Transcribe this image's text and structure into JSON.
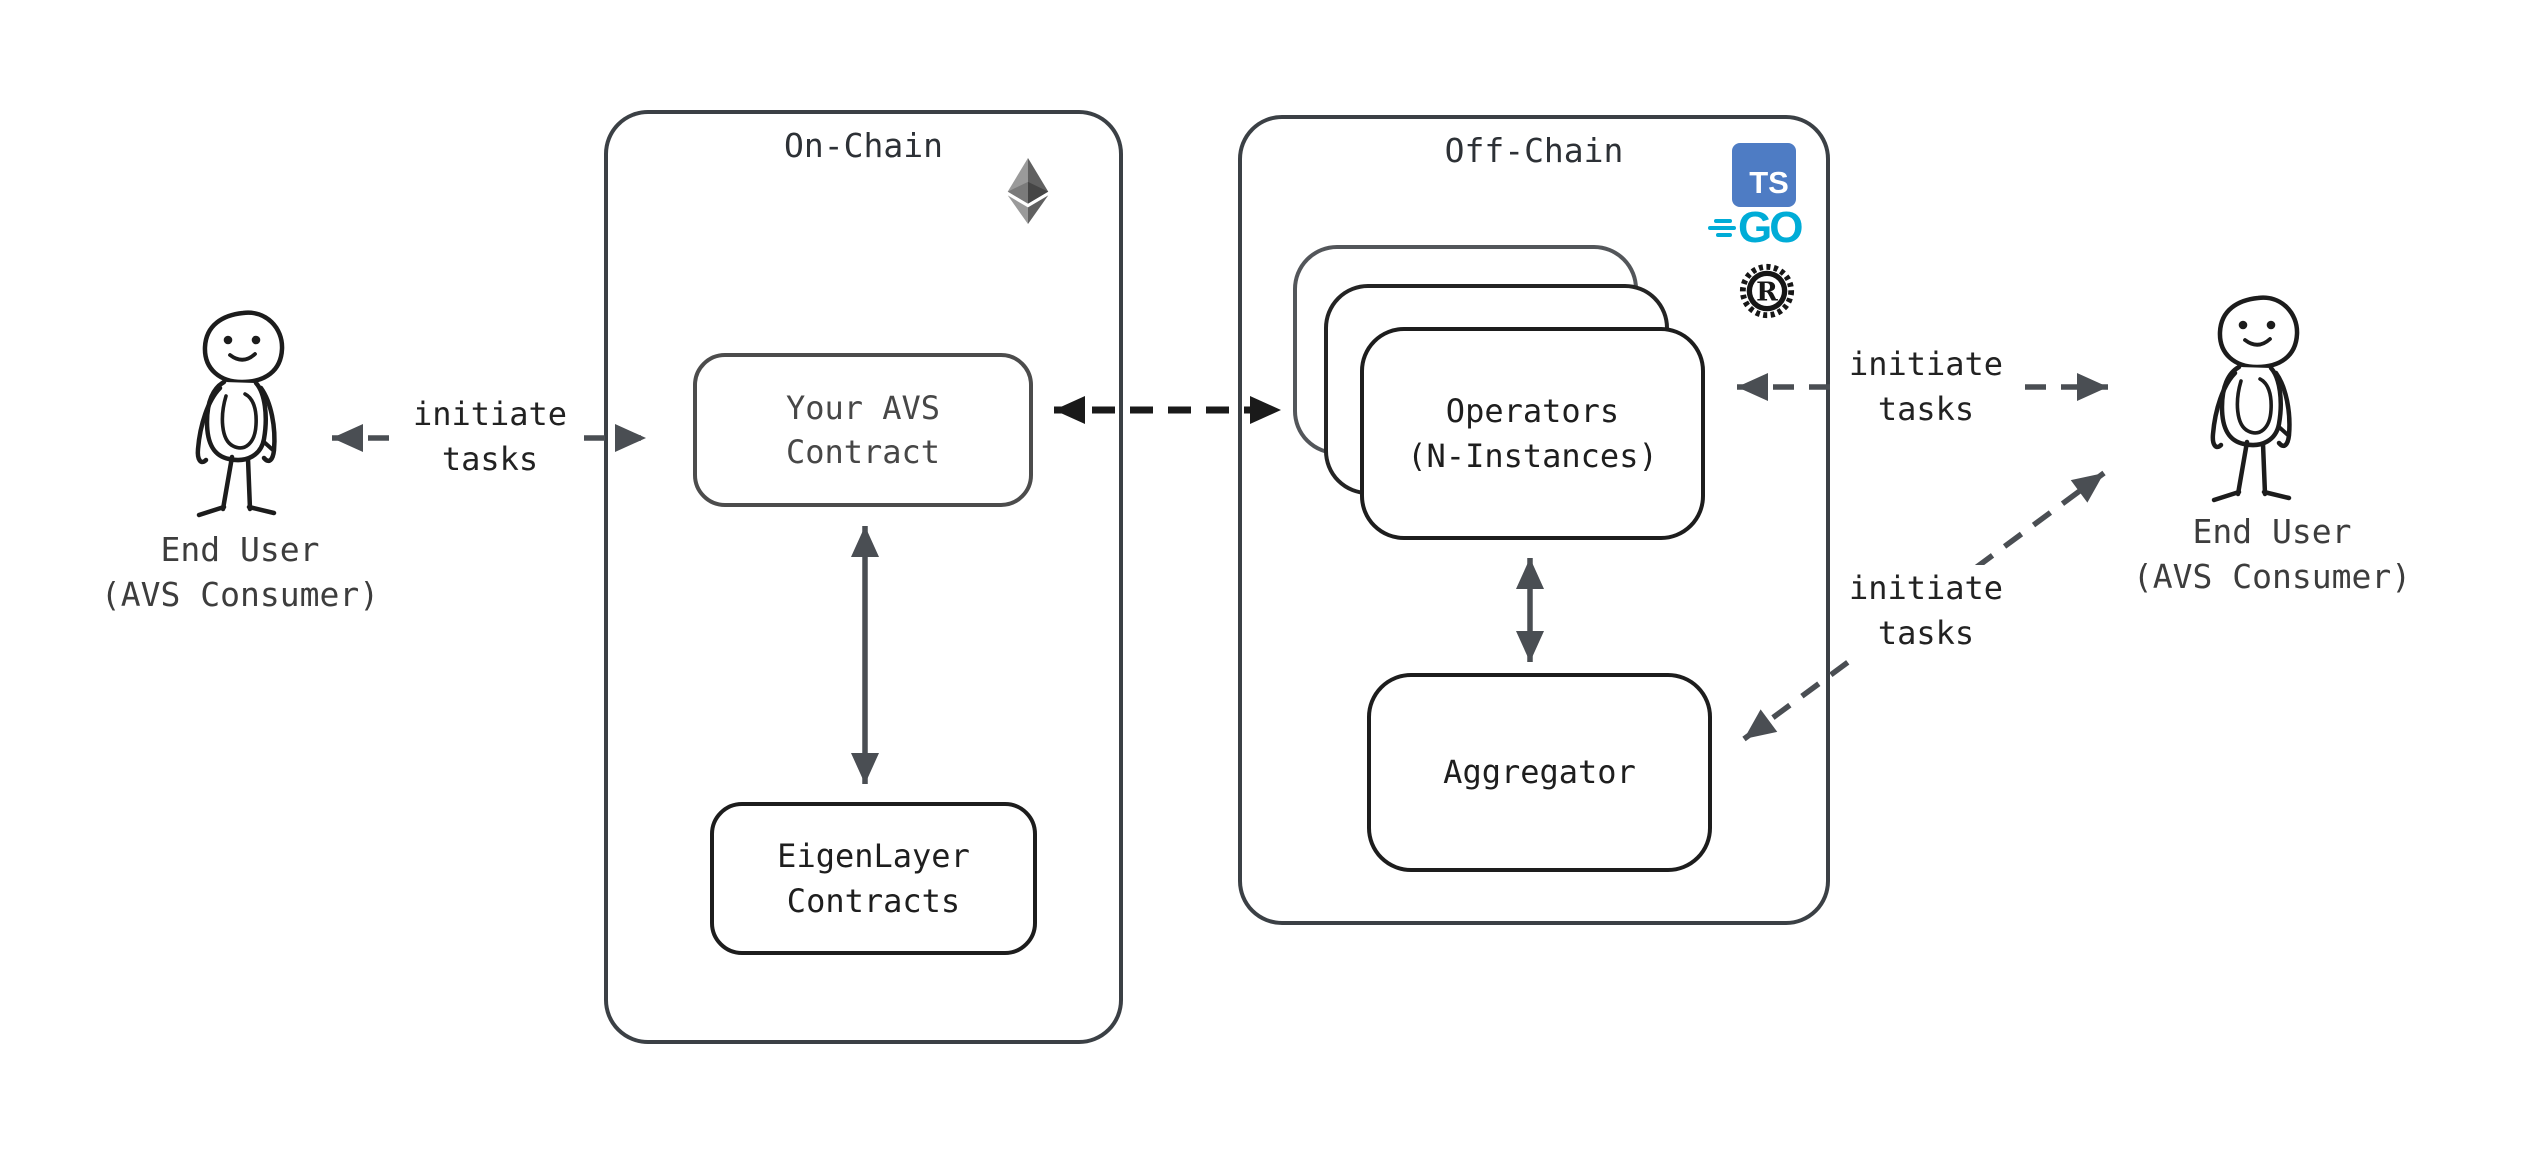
{
  "on_chain": {
    "title": "On-Chain",
    "avs_contract_label": "Your AVS\nContract",
    "eigenlayer_label": "EigenLayer\nContracts"
  },
  "off_chain": {
    "title": "Off-Chain",
    "operators_label": "Operators\n(N-Instances)",
    "aggregator_label": "Aggregator"
  },
  "logos": {
    "typescript": "TS",
    "go": "GO",
    "rust": "R"
  },
  "users": {
    "left_caption": "End User\n(AVS Consumer)",
    "right_caption": "End User\n(AVS Consumer)"
  },
  "arrow_labels": {
    "left": "initiate\ntasks",
    "right_top": "initiate\ntasks",
    "right_bottom": "initiate\ntasks"
  },
  "colors": {
    "typescript_blue": "#4E7CC4",
    "go_blue": "#00ACD7",
    "rust_black": "#161616",
    "panel_stroke": "#3b4045",
    "node_stroke_dark": "#1d1d1d",
    "node_stroke_gray": "#4c4c4c",
    "arrow_gray": "#4a4e53",
    "arrow_black": "#1a1a1a",
    "background": "#ffffff"
  }
}
